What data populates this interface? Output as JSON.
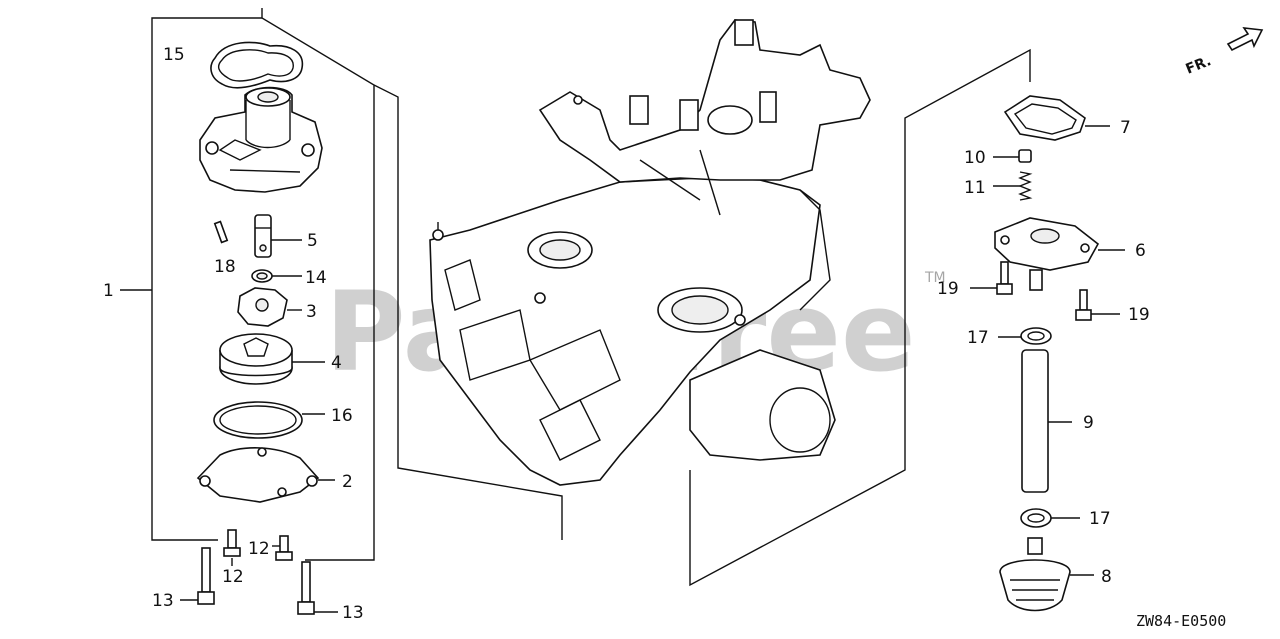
{
  "diagram": {
    "code": "ZW84-E0500",
    "direction_label": "FR.",
    "watermark": "PartsTree",
    "watermark_tm": "TM"
  },
  "callouts": [
    {
      "id": "p1",
      "text": "1"
    },
    {
      "id": "p2",
      "text": "2"
    },
    {
      "id": "p3",
      "text": "3"
    },
    {
      "id": "p4",
      "text": "4"
    },
    {
      "id": "p5",
      "text": "5"
    },
    {
      "id": "p6",
      "text": "6"
    },
    {
      "id": "p7",
      "text": "7"
    },
    {
      "id": "p8",
      "text": "8"
    },
    {
      "id": "p9",
      "text": "9"
    },
    {
      "id": "p10",
      "text": "10"
    },
    {
      "id": "p11",
      "text": "11"
    },
    {
      "id": "p12a",
      "text": "12"
    },
    {
      "id": "p12b",
      "text": "12"
    },
    {
      "id": "p13a",
      "text": "13"
    },
    {
      "id": "p13b",
      "text": "13"
    },
    {
      "id": "p14",
      "text": "14"
    },
    {
      "id": "p15",
      "text": "15"
    },
    {
      "id": "p16",
      "text": "16"
    },
    {
      "id": "p17a",
      "text": "17"
    },
    {
      "id": "p17b",
      "text": "17"
    },
    {
      "id": "p18",
      "text": "18"
    },
    {
      "id": "p19a",
      "text": "19"
    },
    {
      "id": "p19b",
      "text": "19"
    }
  ]
}
